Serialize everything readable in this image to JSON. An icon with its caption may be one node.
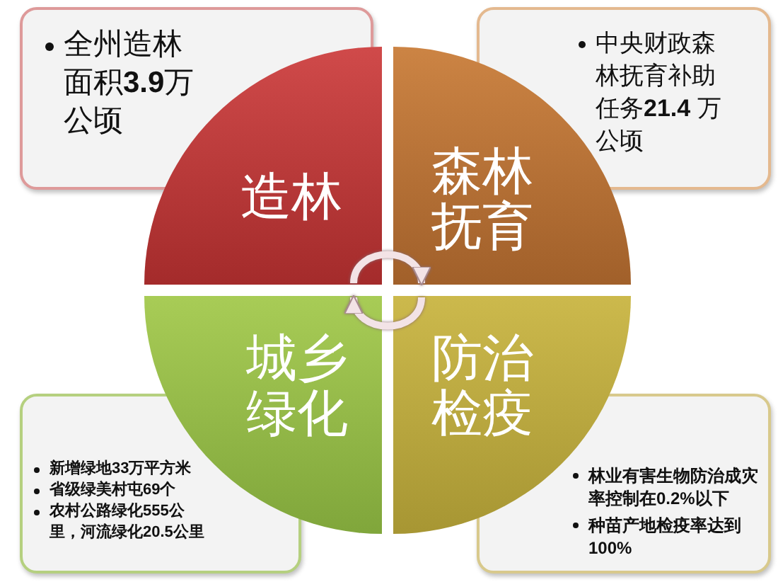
{
  "diagram": {
    "nodes": [
      {
        "text": [
          "全州造林面积**3.9**万公顷"
        ]
      },
      {
        "text": [
          "中央财政森林抚育补助任务**21.4** 万公顷"
        ]
      },
      {
        "text": [
          "造林"
        ]
      },
      {
        "text": [
          "森林抚育"
        ]
      },
      {
        "text": [
          "城乡绿化"
        ]
      },
      {
        "text": [
          "防治检疫"
        ]
      },
      {
        "text": [
          "新增绿地33万平方米",
          "省级绿美村屯69个",
          "农村公路绿化555公里，河流绿化20.5公里"
        ]
      },
      {
        "text": [
          "林业有害生物防治成灾率控制在0.2%以下",
          "种苗产地检疫率达到100%"
        ]
      }
    ],
    "edges": [
      {
        "from": 2,
        "to": 3,
        "arrow": "to"
      },
      {
        "from": 5,
        "to": 4,
        "arrow": "to"
      }
    ]
  }
}
